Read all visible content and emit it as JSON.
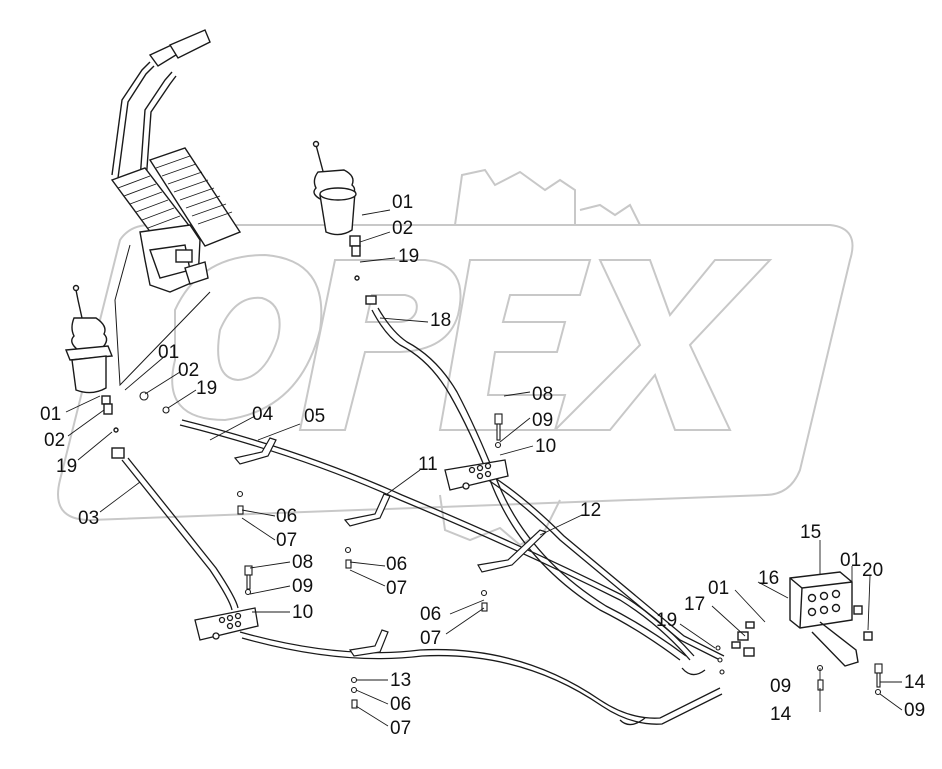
{
  "watermark": {
    "text": "OPEX",
    "color": "#c8c8c8"
  },
  "corner_mark": "",
  "line_color": "#1a1a1a",
  "callouts": [
    {
      "id": "c01a",
      "text": "01"
    },
    {
      "id": "c02a",
      "text": "02"
    },
    {
      "id": "c19a",
      "text": "19"
    },
    {
      "id": "c18",
      "text": "18"
    },
    {
      "id": "c01b",
      "text": "01"
    },
    {
      "id": "c02b",
      "text": "02"
    },
    {
      "id": "c19b",
      "text": "19"
    },
    {
      "id": "c04",
      "text": "04"
    },
    {
      "id": "c05",
      "text": "05"
    },
    {
      "id": "c01c",
      "text": "01"
    },
    {
      "id": "c02c",
      "text": "02"
    },
    {
      "id": "c19c",
      "text": "19"
    },
    {
      "id": "c03",
      "text": "03"
    },
    {
      "id": "c08a",
      "text": "08"
    },
    {
      "id": "c09a",
      "text": "09"
    },
    {
      "id": "c10a",
      "text": "10"
    },
    {
      "id": "c11",
      "text": "11"
    },
    {
      "id": "c06a",
      "text": "06"
    },
    {
      "id": "c07a",
      "text": "07"
    },
    {
      "id": "c12",
      "text": "12"
    },
    {
      "id": "c06b",
      "text": "06"
    },
    {
      "id": "c07b",
      "text": "07"
    },
    {
      "id": "c08b",
      "text": "08"
    },
    {
      "id": "c09b",
      "text": "09"
    },
    {
      "id": "c10b",
      "text": "10"
    },
    {
      "id": "c06c",
      "text": "06"
    },
    {
      "id": "c07c",
      "text": "07"
    },
    {
      "id": "c15",
      "text": "15"
    },
    {
      "id": "c01d",
      "text": "01"
    },
    {
      "id": "c20",
      "text": "20"
    },
    {
      "id": "c16",
      "text": "16"
    },
    {
      "id": "c01e",
      "text": "01"
    },
    {
      "id": "c17",
      "text": "17"
    },
    {
      "id": "c19d",
      "text": "19"
    },
    {
      "id": "c13",
      "text": "13"
    },
    {
      "id": "c06d",
      "text": "06"
    },
    {
      "id": "c07d",
      "text": "07"
    },
    {
      "id": "c09c",
      "text": "09"
    },
    {
      "id": "c14a",
      "text": "14"
    },
    {
      "id": "c14b",
      "text": "14"
    },
    {
      "id": "c09d",
      "text": "09"
    }
  ]
}
